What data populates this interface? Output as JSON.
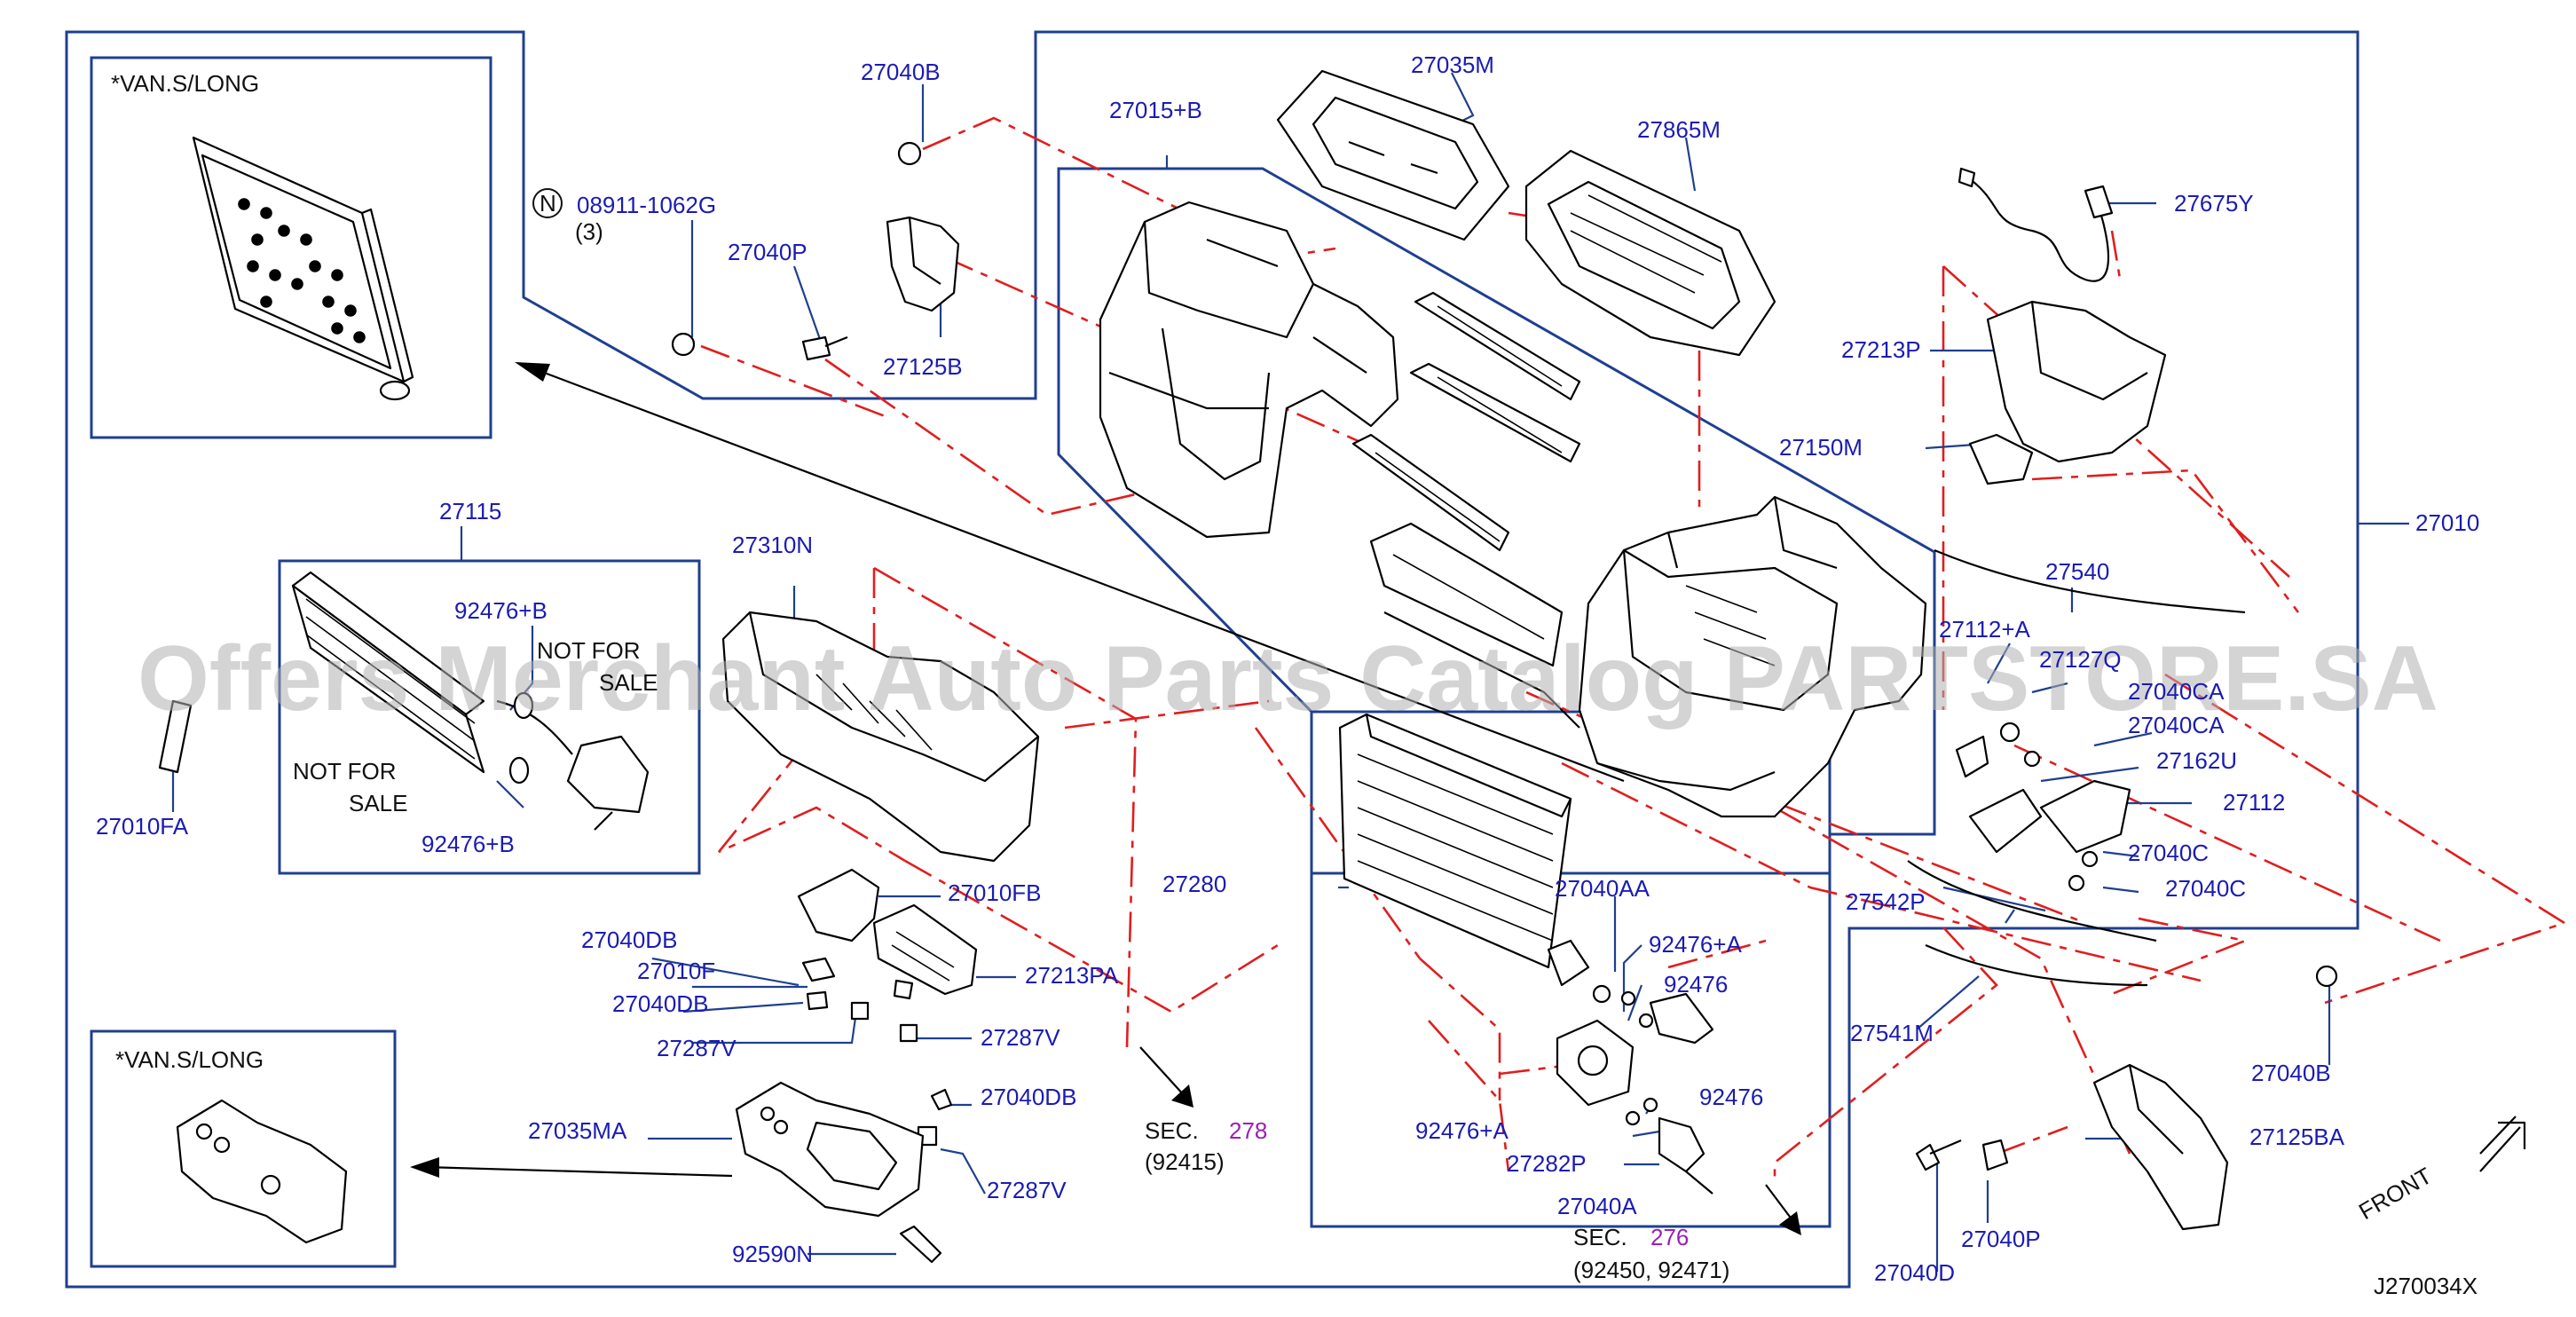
{
  "diagram_id": "J270034X",
  "watermark": "Offers Merchant Auto Parts Catalog PARTSTORE.SA",
  "variant_note_top": "*VAN.S/LONG",
  "variant_note_bottom": "*VAN.S/LONG",
  "front_label": "FRONT",
  "n_symbol": "N",
  "callouts": {
    "p27040B_top": "27040B",
    "p27035M": "27035M",
    "p27015B": "27015+B",
    "p27865M": "27865M",
    "p08911": "08911-1062G",
    "p08911_qty": "(3)",
    "p27040P_top": "27040P",
    "p27125B": "27125B",
    "p27675Y": "27675Y",
    "p27213P": "27213P",
    "p27150M": "27150M",
    "p27010": "27010",
    "p27115": "27115",
    "p92476B_1": "92476+B",
    "p92476B_2": "92476+B",
    "p27310N": "27310N",
    "p27540": "27540",
    "p27112A": "27112+A",
    "p27127Q": "27127Q",
    "p27040CA_1": "27040CA",
    "p27040CA_2": "27040CA",
    "p27162U": "27162U",
    "p27112": "27112",
    "p27040C_1": "27040C",
    "p27040C_2": "27040C",
    "p27010FA": "27010FA",
    "p27010FB": "27010FB",
    "p27280": "27280",
    "p27040AA": "27040AA",
    "p92476A_1": "92476+A",
    "p92476_1": "92476",
    "p27542P": "27542P",
    "p27040DB_1": "27040DB",
    "p27010F": "27010F",
    "p27040DB_2": "27040DB",
    "p27213PA": "27213PA",
    "p27287V_1": "27287V",
    "p27287V_2": "27287V",
    "p27541M": "27541M",
    "p27040B_bottom": "27040B",
    "p27040DB_3": "27040DB",
    "p92476_2": "92476",
    "p92476A_2": "92476+A",
    "p27125BA": "27125BA",
    "p27035MA": "27035MA",
    "p27287V_3": "27287V",
    "p27282P": "27282P",
    "p27040A": "27040A",
    "p27040P_bottom": "27040P",
    "p92590N": "92590N",
    "p27040D": "27040D"
  },
  "notes": {
    "not_for_sale_1_line1": "NOT   FOR",
    "not_for_sale_1_line2": "SALE",
    "not_for_sale_2_line1": "NOT   FOR",
    "not_for_sale_2_line2": "SALE"
  },
  "sections": {
    "sec278_label": "SEC.",
    "sec278_num": "278",
    "sec278_ref": "(92415)",
    "sec276_label": "SEC.",
    "sec276_num": "276",
    "sec276_ref": "(92450,  92471)"
  },
  "colors": {
    "callout_text": "#1b1bb4",
    "frame_line": "#1f3f8f",
    "phantom_line": "#e01e1e",
    "section_number": "#9a1fb6",
    "watermark": "#b0b0b0"
  }
}
